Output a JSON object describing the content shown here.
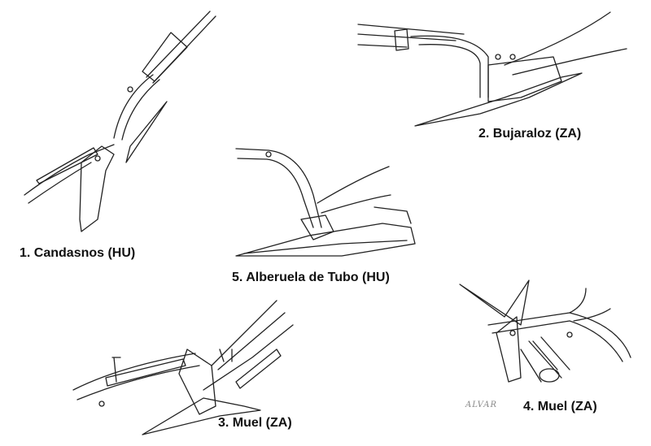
{
  "plows": [
    {
      "label": "1. Candasnos (HU)"
    },
    {
      "label": "2. Bujaraloz (ZA)"
    },
    {
      "label": "5. Alberuela de Tubo (HU)"
    },
    {
      "label": "3. Muel (ZA)"
    },
    {
      "label": "4. Muel (ZA)"
    }
  ],
  "signature": "ALVAR"
}
